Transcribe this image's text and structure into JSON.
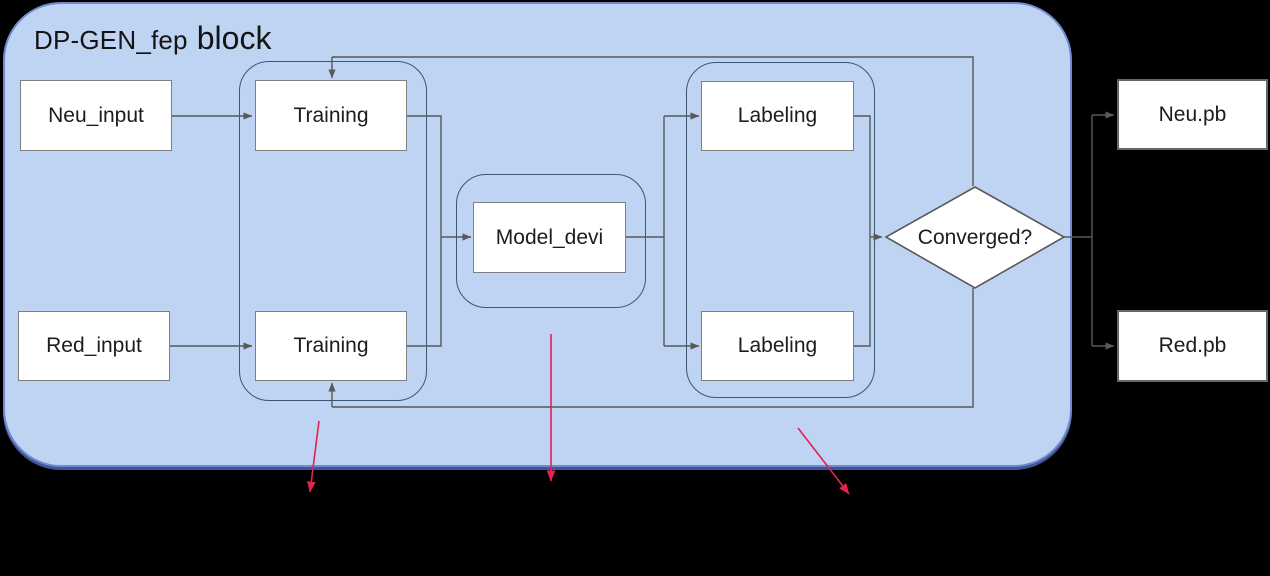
{
  "diagram": {
    "title": {
      "prefix": "DP-GEN_fep",
      "suffix": "block"
    },
    "nodes": {
      "neu_input": "Neu_input",
      "red_input": "Red_input",
      "training_top": "Training",
      "training_bottom": "Training",
      "model_devi": "Model_devi",
      "labeling_top": "Labeling",
      "labeling_bottom": "Labeling",
      "converged": "Converged?",
      "neu_pb": "Neu.pb",
      "red_pb": "Red.pb"
    },
    "colors": {
      "background": "#000000",
      "block_fill": "#bfd3f2",
      "block_border": "#7089d0",
      "group_border": "#3a567a",
      "connector": "#595959",
      "node_border": "#7f7f7f",
      "highlight_arrow": "#e52250"
    }
  }
}
